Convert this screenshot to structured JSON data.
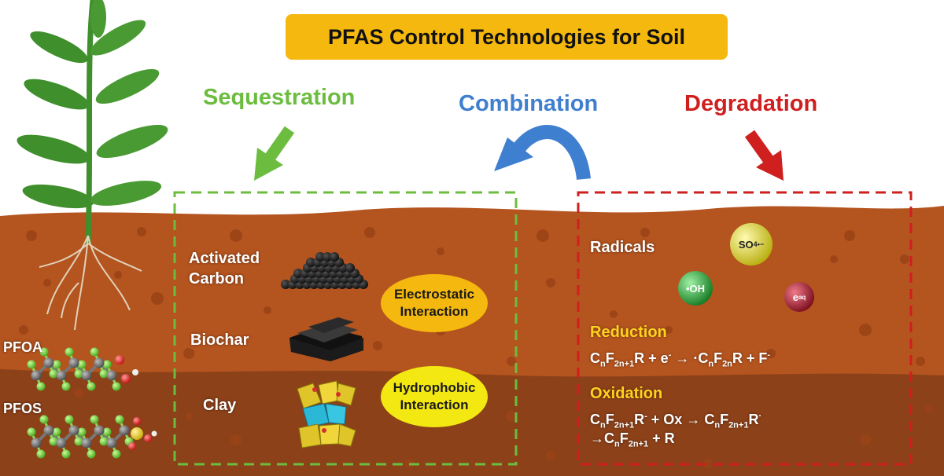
{
  "title": "PFAS Control Technologies for Soil",
  "categories": {
    "sequestration": {
      "label": "Sequestration",
      "color": "#6cbd3f"
    },
    "combination": {
      "label": "Combination",
      "color": "#3f7fcf"
    },
    "degradation": {
      "label": "Degradation",
      "color": "#cf1f1f"
    }
  },
  "sequestration": {
    "materials": [
      {
        "name": "activated-carbon",
        "label_line1": "Activated",
        "label_line2": "Carbon"
      },
      {
        "name": "biochar",
        "label": "Biochar"
      },
      {
        "name": "clay",
        "label": "Clay"
      }
    ],
    "interactions": [
      {
        "line1": "Electrostatic",
        "line2": "Interaction",
        "color": "#f5b80e"
      },
      {
        "line1": "Hydrophobic",
        "line2": "Interaction",
        "color": "#f3e811"
      }
    ]
  },
  "degradation": {
    "radicals_label": "Radicals",
    "radicals": {
      "so4": {
        "text": "SO",
        "sub": "4",
        "sup": "•−",
        "color": "#e8df2a"
      },
      "oh": {
        "text": "•OH",
        "color": "#2fae3c"
      },
      "eaq": {
        "text": "e",
        "sub": "aq",
        "color": "#b31c2f"
      }
    },
    "reduction": {
      "heading": "Reduction",
      "equation": [
        "C",
        "n",
        "F",
        "2n+1",
        "R + e",
        "-",
        " → ·C",
        "n",
        "F",
        "2n",
        "R + F",
        "-"
      ]
    },
    "oxidation": {
      "heading": "Oxidation",
      "line1": [
        "C",
        "n",
        "F",
        "2n+1",
        "R",
        "-",
        " + Ox → C",
        "n",
        "F",
        "2n+1",
        "R",
        "·"
      ],
      "line2": [
        "→C",
        "n",
        "F",
        "2n+1",
        " + R"
      ]
    }
  },
  "molecules": {
    "pfoa": "PFOA",
    "pfos": "PFOS"
  },
  "colors": {
    "soil_top": "#b4541f",
    "soil_bottom": "#8a3f17",
    "plant": "#3f8f2c"
  }
}
